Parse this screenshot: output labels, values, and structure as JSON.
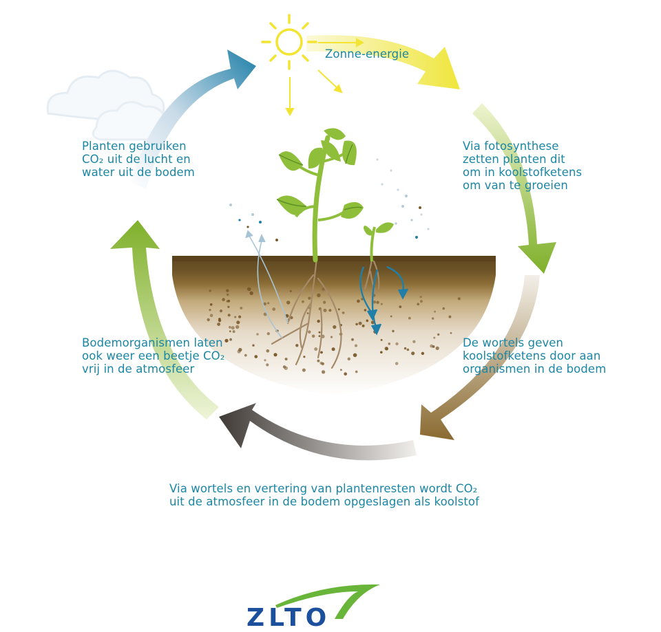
{
  "labels": {
    "sun": "Zonne-energie",
    "uptake": "Planten gebruiken\nCO₂ uit de lucht en\nwater uit de bodem",
    "photosynthesis": "Via fotosynthese\nzetten planten dit\nom in koolstofketens\nom van te groeien",
    "roots": "De wortels geven\nkoolstofketens door aan\norganismen in de bodem",
    "organisms": "Bodemorganismen laten\nook weer een beetje CO₂\nvrij in de atmosfeer",
    "storage": "Via wortels en vertering van plantenresten wordt CO₂\nuit de atmosfeer in de bodem opgeslagen als koolstof"
  },
  "logo": {
    "text": "ZLTO"
  },
  "colors": {
    "caption": "#1b86a4",
    "sun": "#f2e431",
    "leaf": "#8fbf3a",
    "leaf_dark": "#5e9128",
    "soil_top": "#6b5226",
    "soil_mid": "#8c6d36",
    "root": "#a58a6a",
    "cycle_blue": "#1f7fa8",
    "cycle_yellow": "#f0ea4a",
    "cycle_green": "#7fb02a",
    "cycle_brown": "#8a6a30",
    "cycle_dark": "#3f3a36",
    "logo_blue": "#1c4f9c",
    "logo_green": "#69b53a"
  },
  "icons": [
    "sun-icon",
    "cloud-icon",
    "plant-icon",
    "seedling-icon",
    "soil-cross-section",
    "logo-swoosh-icon"
  ]
}
